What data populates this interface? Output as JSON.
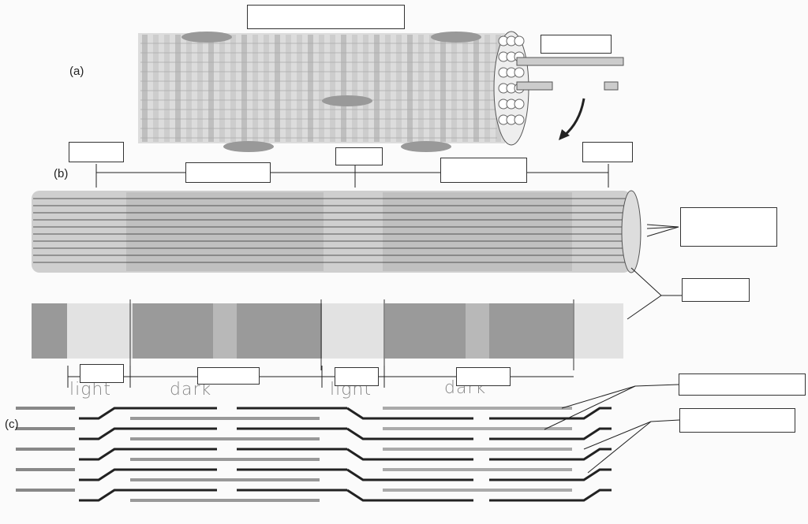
{
  "panel_labels": {
    "a": "(a)",
    "b": "(b)",
    "c": "(c)"
  },
  "handwritten": [
    "light",
    "dark",
    "light",
    "dark"
  ],
  "label_boxes_count": 15,
  "colors": {
    "ink": "#333333",
    "fiber": "#c8c8c8",
    "dark_band": "#9a9a9a",
    "light_band": "#e2e2e2",
    "handwriting": "#8a8a8a"
  }
}
